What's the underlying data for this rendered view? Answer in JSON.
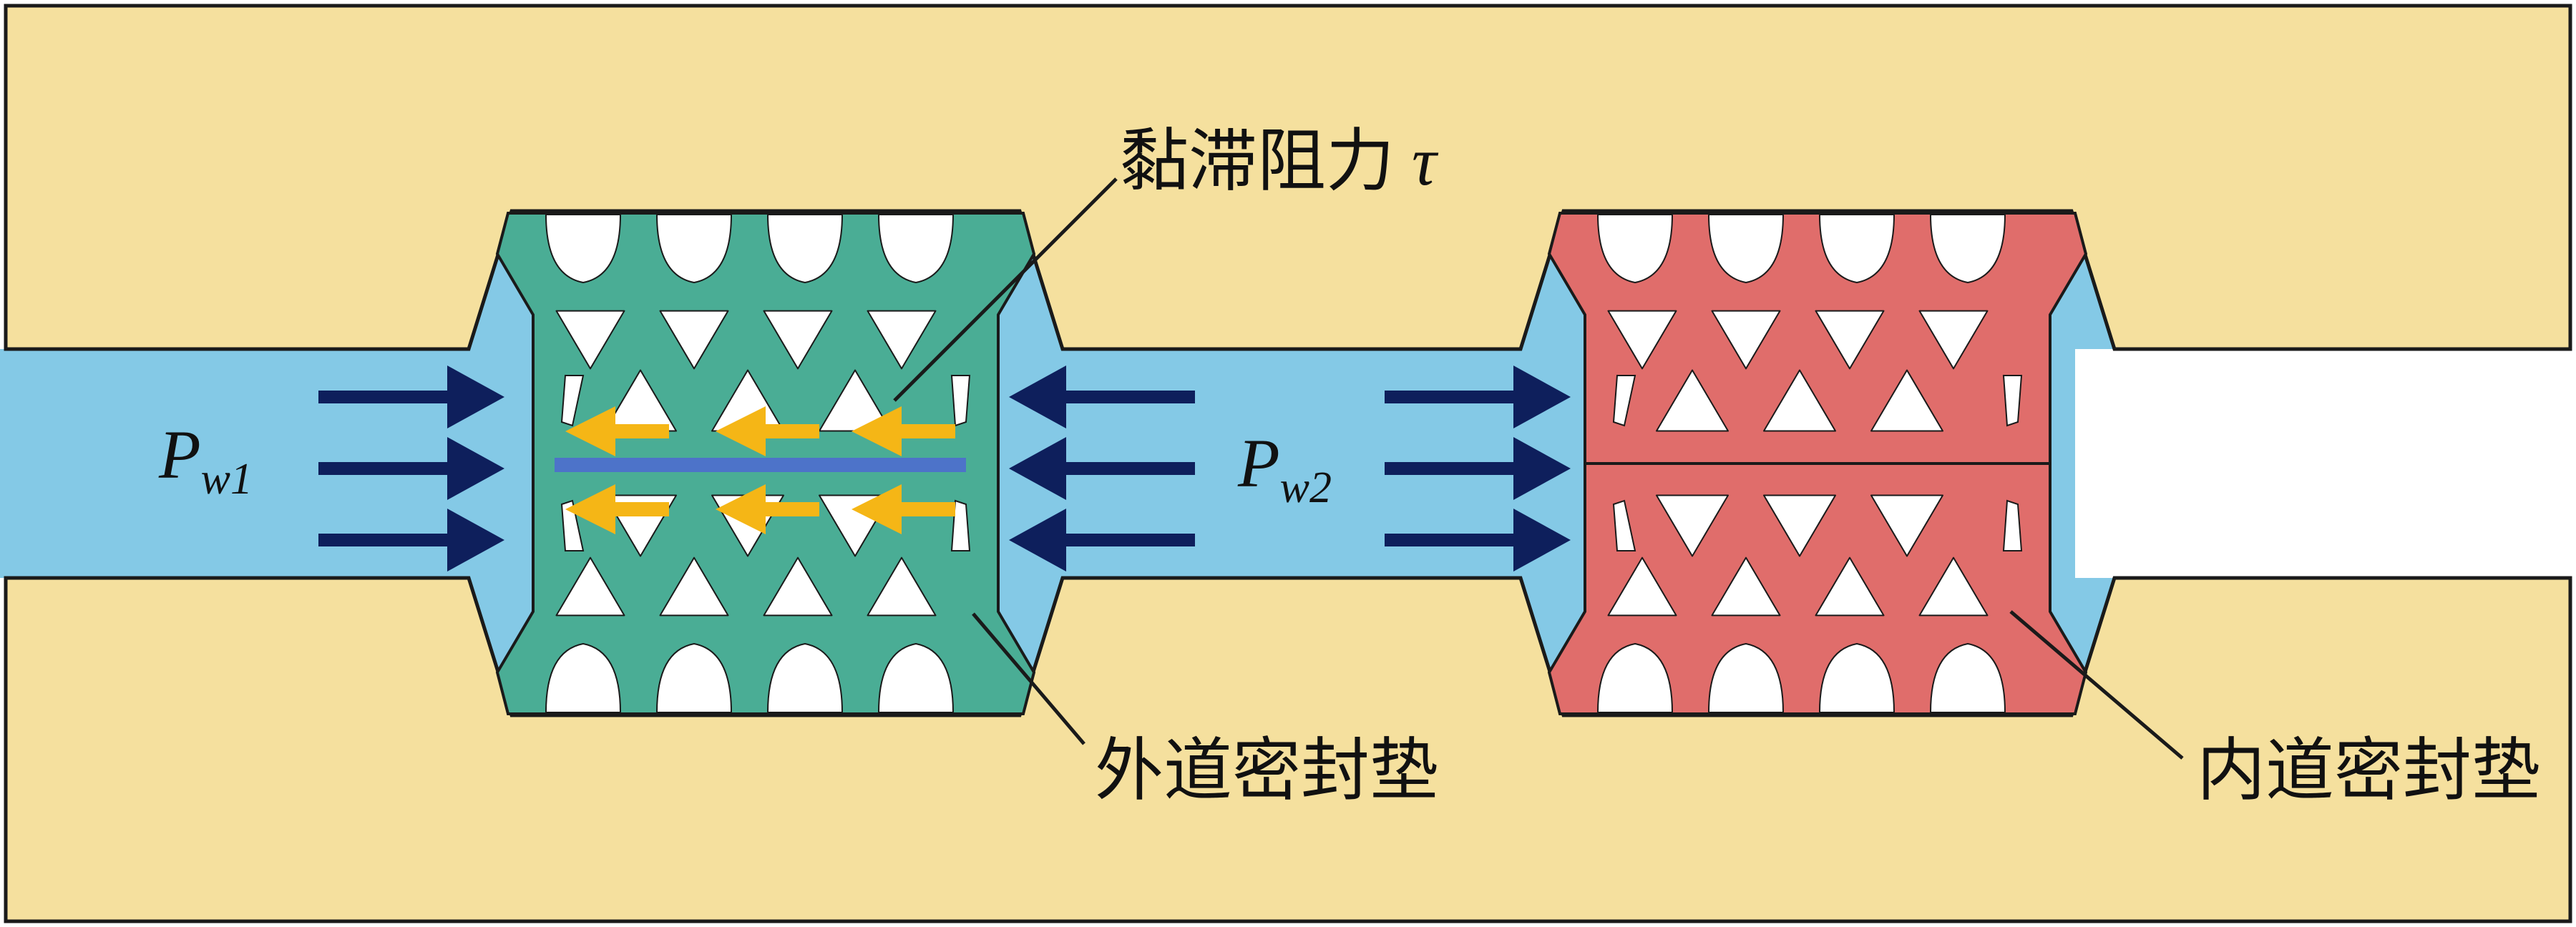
{
  "labels": {
    "viscous_drag": "黏滞阻力",
    "tau": "τ",
    "outer_gasket": "外道密封垫",
    "inner_gasket": "内道密封垫",
    "pw1_main": "P",
    "pw1_sub": "w1",
    "pw2_main": "P",
    "pw2_sub": "w2"
  },
  "colors": {
    "wall": "#f5e09e",
    "water": "#84c9e6",
    "outer_gasket": "#4aad95",
    "inner_gasket": "#e06d6b",
    "force_arrow": "#0e1f5c",
    "drag_arrow": "#f5b616",
    "interface_line": "#4d73c9",
    "outline": "#1a1a1a"
  },
  "icons": {
    "pressure_arrow": "arrow-right-icon",
    "counter_pressure_arrow": "arrow-left-icon",
    "drag_arrow": "arrow-left-icon"
  }
}
